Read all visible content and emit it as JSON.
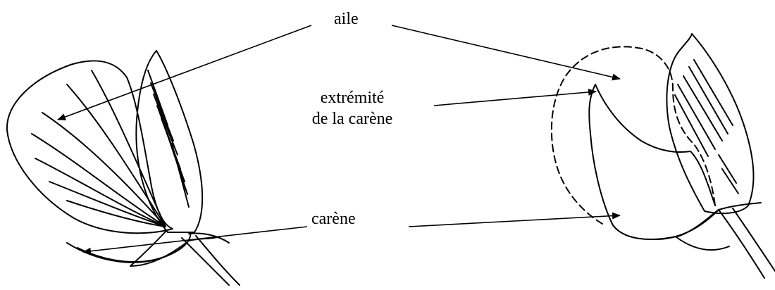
{
  "labels": {
    "aile": "aile",
    "extremite_line1": "extrémité",
    "extremite_line2": "de la carène",
    "carene": "carène"
  },
  "colors": {
    "ink": "#000000",
    "background": "#ffffff"
  }
}
